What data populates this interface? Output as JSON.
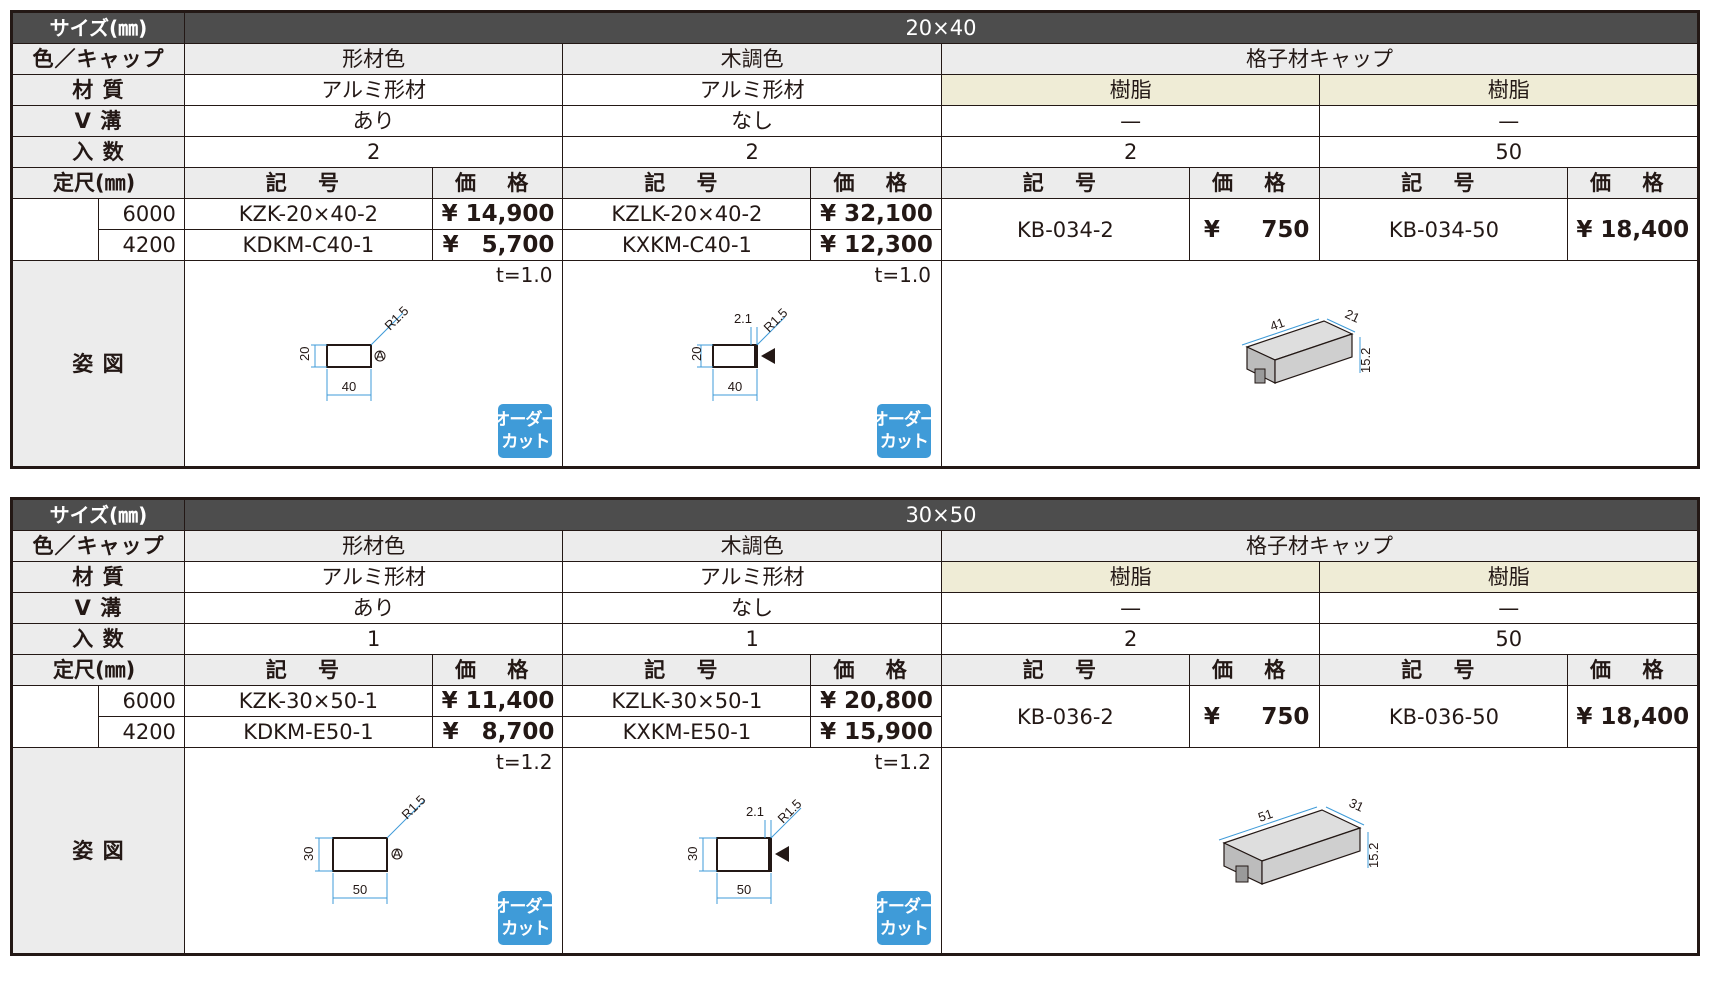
{
  "tables": [
    {
      "size_label": "サイズ(㎜)",
      "size_value": "20×40",
      "row_labels": {
        "color": "色／キャップ",
        "material": "材 質",
        "vgroove": "V 溝",
        "quantity": "入 数",
        "length": "定尺(㎜)",
        "figure": "姿 図"
      },
      "columns": [
        {
          "color": "形材色",
          "material": "アルミ形材",
          "vgroove": "あり",
          "quantity": "2"
        },
        {
          "color": "木調色",
          "material": "アルミ形材",
          "vgroove": "なし",
          "quantity": "2"
        }
      ],
      "cap_header": "格子材キャップ",
      "caps": [
        {
          "material": "樹脂",
          "vgroove": "—",
          "quantity": "2",
          "code_label": "記 号",
          "price_label": "価 格",
          "code": "KB-034-2",
          "price_yen": "¥",
          "price": "750"
        },
        {
          "material": "樹脂",
          "vgroove": "—",
          "quantity": "50",
          "code_label": "記 号",
          "price_label": "価 格",
          "code": "KB-034-50",
          "price": "¥ 18,400"
        }
      ],
      "code_label": "記 号",
      "price_label": "価 格",
      "rows": [
        {
          "length": "6000",
          "c1_code": "KZK-20×40-2",
          "c1_price": "¥ 14,900",
          "c2_code": "KZLK-20×40-2",
          "c2_price": "¥ 32,100"
        },
        {
          "length": "4200",
          "c1_code": "KDKM-C40-1",
          "c1_price": "¥　5,700",
          "c2_code": "KXKM-C40-1",
          "c2_price": "¥ 12,300"
        }
      ],
      "fig": {
        "thickness": "t=1.0",
        "badge_top": "オーダー",
        "badge_bottom": "カット",
        "h": "20",
        "w": "40",
        "r": "R1.5",
        "groove": "2.1",
        "mark": "A",
        "cap_l": "41",
        "cap_d": "21",
        "cap_h": "15.2"
      }
    },
    {
      "size_label": "サイズ(㎜)",
      "size_value": "30×50",
      "row_labels": {
        "color": "色／キャップ",
        "material": "材 質",
        "vgroove": "V 溝",
        "quantity": "入 数",
        "length": "定尺(㎜)",
        "figure": "姿 図"
      },
      "columns": [
        {
          "color": "形材色",
          "material": "アルミ形材",
          "vgroove": "あり",
          "quantity": "1"
        },
        {
          "color": "木調色",
          "material": "アルミ形材",
          "vgroove": "なし",
          "quantity": "1"
        }
      ],
      "cap_header": "格子材キャップ",
      "caps": [
        {
          "material": "樹脂",
          "vgroove": "—",
          "quantity": "2",
          "code_label": "記 号",
          "price_label": "価 格",
          "code": "KB-036-2",
          "price_yen": "¥",
          "price": "750"
        },
        {
          "material": "樹脂",
          "vgroove": "—",
          "quantity": "50",
          "code_label": "記 号",
          "price_label": "価 格",
          "code": "KB-036-50",
          "price": "¥ 18,400"
        }
      ],
      "code_label": "記 号",
      "price_label": "価 格",
      "rows": [
        {
          "length": "6000",
          "c1_code": "KZK-30×50-1",
          "c1_price": "¥ 11,400",
          "c2_code": "KZLK-30×50-1",
          "c2_price": "¥ 20,800"
        },
        {
          "length": "4200",
          "c1_code": "KDKM-E50-1",
          "c1_price": "¥　8,700",
          "c2_code": "KXKM-E50-1",
          "c2_price": "¥ 15,900"
        }
      ],
      "fig": {
        "thickness": "t=1.2",
        "badge_top": "オーダー",
        "badge_bottom": "カット",
        "h": "30",
        "w": "50",
        "r": "R1.5",
        "groove": "2.1",
        "mark": "A",
        "cap_l": "51",
        "cap_d": "31",
        "cap_h": "15.2"
      }
    }
  ]
}
